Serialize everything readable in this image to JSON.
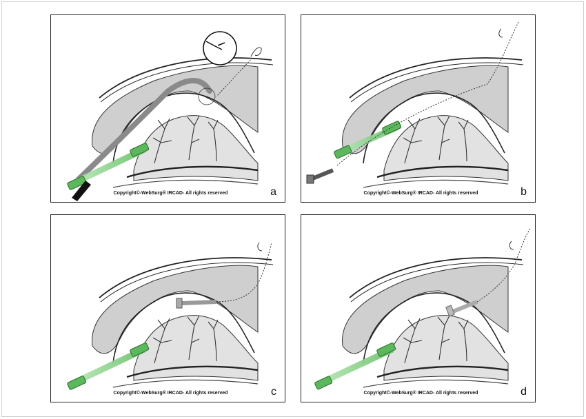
{
  "panels": [
    {
      "id": "a",
      "letter": "a",
      "copyright": "Copyright©-WebSurg® IRCAD- All rights reserved"
    },
    {
      "id": "b",
      "letter": "b",
      "copyright": "Copyright©-WebSurg® IRCAD- All rights reserved"
    },
    {
      "id": "c",
      "letter": "c",
      "copyright": "Copyright©-WebSurg® IRCAD- All rights reserved"
    },
    {
      "id": "d",
      "letter": "d",
      "copyright": "Copyright©-WebSurg® IRCAD- All rights reserved"
    }
  ],
  "colors": {
    "tissue_gray": "#cfcfcf",
    "light_gray": "#e2e2e2",
    "tube_green": "#5cb85c",
    "tube_green_light": "#a9dba9",
    "scope_gray": "#8a8a8a",
    "outline": "#222222"
  }
}
